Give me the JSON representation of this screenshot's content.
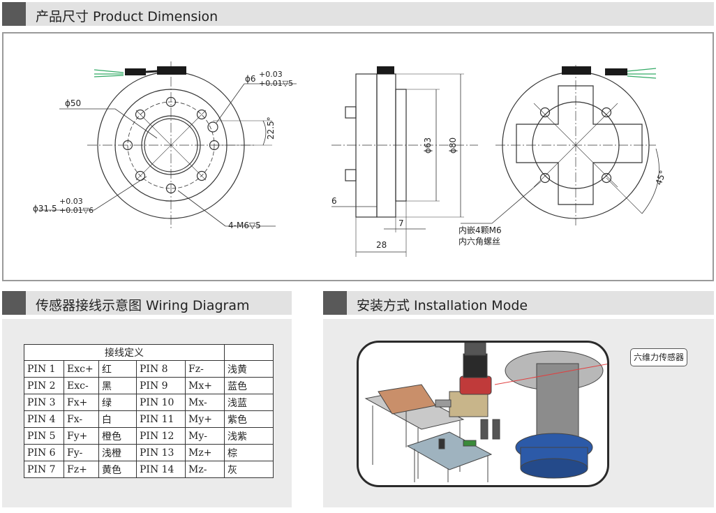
{
  "sections": {
    "dimension_title": "产品尺寸 Product Dimension",
    "wiring_title": "传感器接线示意图 Wiring Diagram",
    "install_title": "安装方式 Installation Mode"
  },
  "dimension": {
    "front": {
      "d50": "ϕ50",
      "d6_main": "ϕ6",
      "d6_tol_up": "+0.03",
      "d6_tol_down": "+0.01▽5",
      "angle": "22.5°",
      "d315_main": "ϕ31.5",
      "d315_tol_up": "+0.03",
      "d315_tol_down": "+0.01▽6",
      "m6": "4-M6▽5"
    },
    "side": {
      "d63": "ϕ63",
      "d80": "ϕ80",
      "six": "6",
      "seven": "7",
      "twentyeight": "28"
    },
    "back": {
      "insert": "内嵌4颗M6",
      "thread": "内六角螺丝",
      "angle": "45°"
    }
  },
  "wiring": {
    "header": "接线定义",
    "rows": [
      [
        "PIN 1",
        "Exc+",
        "红",
        "PIN 8",
        "Fz-",
        "浅黄"
      ],
      [
        "PIN 2",
        "Exc-",
        "黑",
        "PIN 9",
        "Mx+",
        "蓝色"
      ],
      [
        "PIN 3",
        "Fx+",
        "绿",
        "PIN 10",
        "Mx-",
        "浅蓝"
      ],
      [
        "PIN 4",
        "Fx-",
        "白",
        "PIN 11",
        "My+",
        "紫色"
      ],
      [
        "PIN 5",
        "Fy+",
        "橙色",
        "PIN 12",
        "My-",
        "浅紫"
      ],
      [
        "PIN 6",
        "Fy-",
        "浅橙",
        "PIN 13",
        "Mz+",
        "棕"
      ],
      [
        "PIN 7",
        "Fz+",
        "黄色",
        "PIN 14",
        "Mz-",
        "灰"
      ]
    ]
  },
  "install": {
    "callout": "六维力传感器",
    "accent": "#e04040"
  }
}
